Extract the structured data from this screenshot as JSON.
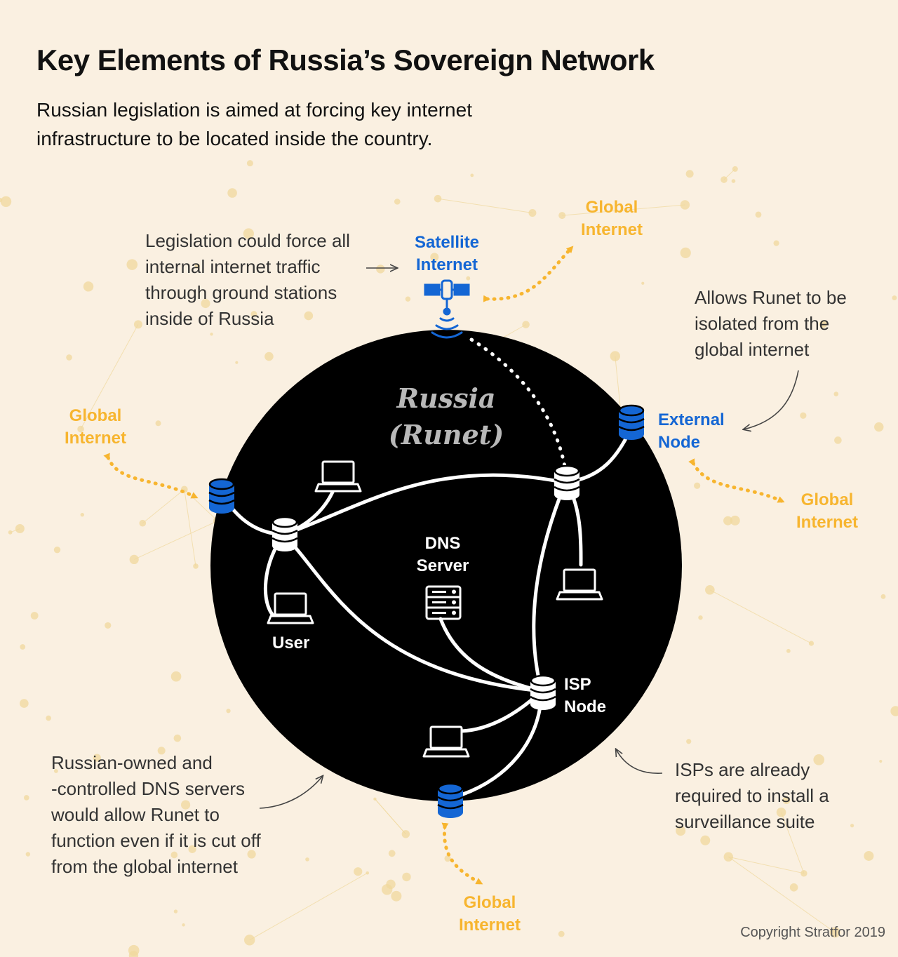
{
  "title": "Key Elements of Russia’s Sovereign Network",
  "subtitle": [
    "Russian legislation is aimed at forcing key internet",
    "infrastructure to be located inside the country."
  ],
  "region": {
    "line1": "Russia",
    "line2": "(Runet)"
  },
  "nodes": {
    "satellite": [
      "Satellite",
      "Internet"
    ],
    "external": [
      "External",
      "Node"
    ],
    "dns": [
      "DNS",
      "Server"
    ],
    "isp": [
      "ISP",
      "Node"
    ],
    "user": "User"
  },
  "global_internet": [
    "Global",
    "Internet"
  ],
  "notes": {
    "satellite": [
      "Legislation could force all",
      "internal internet traffic",
      "through ground stations",
      "inside of Russia"
    ],
    "external": [
      "Allows Runet to be",
      "isolated from the",
      "global internet"
    ],
    "dns": [
      "Russian-owned and",
      "-controlled DNS servers",
      "would allow Runet to",
      "function even if it is cut off",
      "from the global internet"
    ],
    "isp": [
      "ISPs are already",
      "required to install a",
      "surveillance suite"
    ]
  },
  "copyright": "Copyright Stratfor 2019",
  "colors": {
    "background": "#faf0e1",
    "circle": "#000000",
    "global_label": "#f7b52f",
    "blue_node": "#1466d4",
    "network_line": "#ffffff",
    "background_net": "#f0d89c"
  },
  "icons": [
    "satellite-icon",
    "database-icon",
    "laptop-icon",
    "server-rack-icon",
    "arrow-icon"
  ]
}
